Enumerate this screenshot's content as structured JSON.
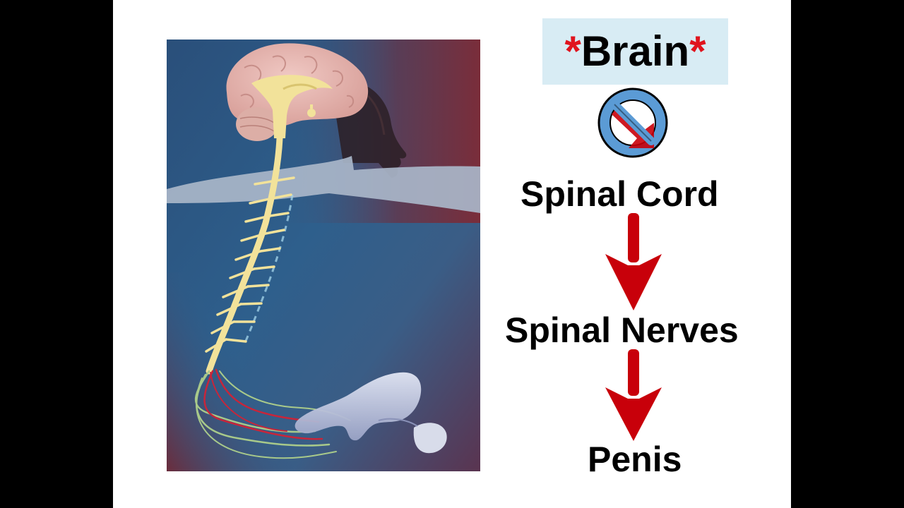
{
  "slide": {
    "background": "#ffffff",
    "letterbox": "#000000"
  },
  "illustration": {
    "icon": "anatomical-illustration-brain-spinal-cord-nerves",
    "colors": {
      "bg_blue": "#2e5f8c",
      "bg_maroon": "#7a2d3a",
      "brain": "#e8b4b0",
      "spinal_cord": "#f2e29a",
      "nerve_red": "#c8253a",
      "nerve_green": "#a8c98a"
    }
  },
  "flow": {
    "top": {
      "star_left": "*",
      "word": "Brain",
      "star_right": "*",
      "box_color": "#d8ecf4",
      "star_color": "#e0141e"
    },
    "blocked_icon": "prohibited-arrow-icon",
    "steps": {
      "cord": "Spinal Cord",
      "nerves": "Spinal Nerves",
      "penis": "Penis"
    },
    "arrow_color": "#c8000a",
    "prohibit_color": "#5b9bd5"
  }
}
